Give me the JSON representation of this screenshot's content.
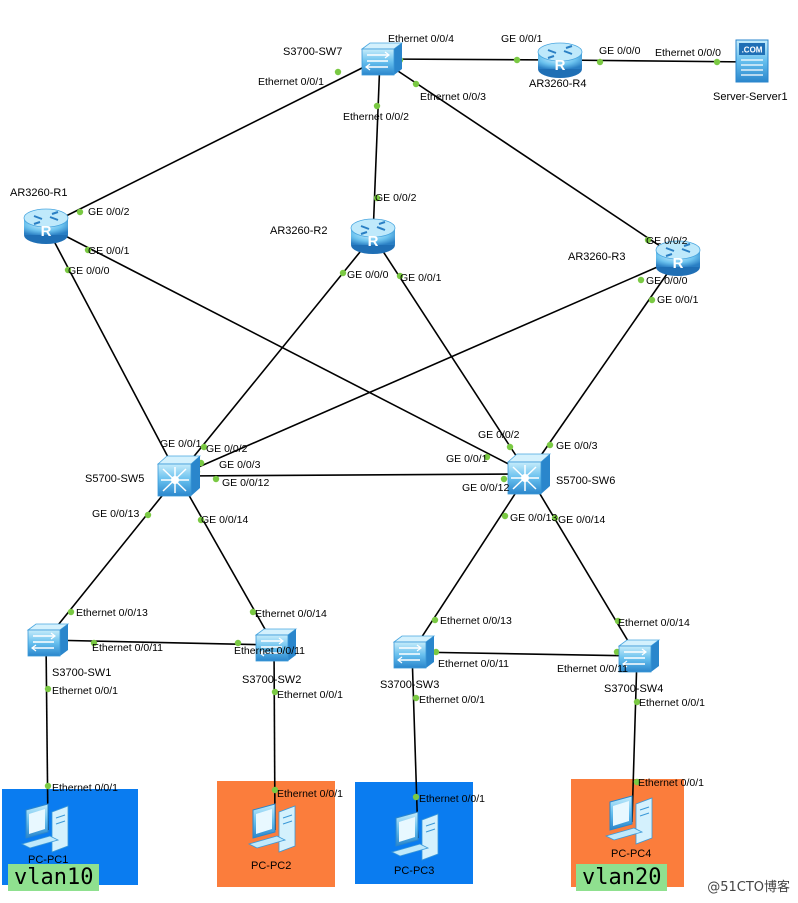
{
  "devices": [
    {
      "id": "sw7",
      "label": "S3700-SW7",
      "kind": "switch"
    },
    {
      "id": "r4",
      "label": "AR3260-R4",
      "kind": "router"
    },
    {
      "id": "server",
      "label": "Server-Server1",
      "kind": "server"
    },
    {
      "id": "r1",
      "label": "AR3260-R1",
      "kind": "router"
    },
    {
      "id": "r2",
      "label": "AR3260-R2",
      "kind": "router"
    },
    {
      "id": "r3",
      "label": "AR3260-R3",
      "kind": "router"
    },
    {
      "id": "sw5",
      "label": "S5700-SW5",
      "kind": "l3switch"
    },
    {
      "id": "sw6",
      "label": "S5700-SW6",
      "kind": "l3switch"
    },
    {
      "id": "sw1",
      "label": "S3700-SW1",
      "kind": "switch"
    },
    {
      "id": "sw2",
      "label": "S3700-SW2",
      "kind": "switch"
    },
    {
      "id": "sw3",
      "label": "S3700-SW3",
      "kind": "switch"
    },
    {
      "id": "sw4",
      "label": "S3700-SW4",
      "kind": "switch"
    },
    {
      "id": "pc1",
      "label": "PC-PC1",
      "kind": "pc"
    },
    {
      "id": "pc2",
      "label": "PC-PC2",
      "kind": "pc"
    },
    {
      "id": "pc3",
      "label": "PC-PC3",
      "kind": "pc"
    },
    {
      "id": "pc4",
      "label": "PC-PC4",
      "kind": "pc"
    }
  ],
  "links": [
    {
      "a": "sw7",
      "a_port": "Ethernet 0/0/4",
      "b": "r4",
      "b_port": "GE 0/0/1"
    },
    {
      "a": "r4",
      "a_port": "GE 0/0/0",
      "b": "server",
      "b_port": "Ethernet 0/0/0"
    },
    {
      "a": "sw7",
      "a_port": "Ethernet 0/0/1",
      "b": "r1",
      "b_port": "GE 0/0/2"
    },
    {
      "a": "sw7",
      "a_port": "Ethernet 0/0/2",
      "b": "r2",
      "b_port": "GE 0/0/2"
    },
    {
      "a": "sw7",
      "a_port": "Ethernet 0/0/3",
      "b": "r3",
      "b_port": "GE 0/0/2"
    },
    {
      "a": "r1",
      "a_port": "GE 0/0/0",
      "b": "sw5",
      "b_port": "GE 0/0/1"
    },
    {
      "a": "r1",
      "a_port": "GE 0/0/1",
      "b": "sw6",
      "b_port": "GE 0/0/1"
    },
    {
      "a": "r2",
      "a_port": "GE 0/0/0",
      "b": "sw5",
      "b_port": "GE 0/0/2"
    },
    {
      "a": "r2",
      "a_port": "GE 0/0/1",
      "b": "sw6",
      "b_port": "GE 0/0/2"
    },
    {
      "a": "r3",
      "a_port": "GE 0/0/0",
      "b": "sw5",
      "b_port": "GE 0/0/3"
    },
    {
      "a": "r3",
      "a_port": "GE 0/0/1",
      "b": "sw6",
      "b_port": "GE 0/0/3"
    },
    {
      "a": "sw5",
      "a_port": "GE 0/0/12",
      "b": "sw6",
      "b_port": "GE 0/0/12"
    },
    {
      "a": "sw5",
      "a_port": "GE 0/0/13",
      "b": "sw1",
      "b_port": "Ethernet 0/0/13"
    },
    {
      "a": "sw5",
      "a_port": "GE 0/0/14",
      "b": "sw2",
      "b_port": "Ethernet 0/0/14"
    },
    {
      "a": "sw6",
      "a_port": "GE 0/0/13",
      "b": "sw3",
      "b_port": "Ethernet 0/0/13"
    },
    {
      "a": "sw6",
      "a_port": "GE 0/0/14",
      "b": "sw4",
      "b_port": "Ethernet 0/0/14"
    },
    {
      "a": "sw1",
      "a_port": "Ethernet 0/0/11",
      "b": "sw2",
      "b_port": "Ethernet 0/0/11"
    },
    {
      "a": "sw3",
      "a_port": "Ethernet 0/0/11",
      "b": "sw4",
      "b_port": "Ethernet 0/0/11"
    },
    {
      "a": "sw1",
      "a_port": "Ethernet 0/0/1",
      "b": "pc1",
      "b_port": "Ethernet 0/0/1"
    },
    {
      "a": "sw2",
      "a_port": "Ethernet 0/0/1",
      "b": "pc2",
      "b_port": "Ethernet 0/0/1"
    },
    {
      "a": "sw3",
      "a_port": "Ethernet 0/0/1",
      "b": "pc3",
      "b_port": "Ethernet 0/0/1"
    },
    {
      "a": "sw4",
      "a_port": "Ethernet 0/0/1",
      "b": "pc4",
      "b_port": "Ethernet 0/0/1"
    }
  ],
  "areas": [
    {
      "id": "area-pc1",
      "color": "#0a7cf0"
    },
    {
      "id": "area-pc2",
      "color": "#fb7d3c"
    },
    {
      "id": "area-pc3",
      "color": "#0a7cf0"
    },
    {
      "id": "area-pc4",
      "color": "#fb7d3c"
    }
  ],
  "vlan_labels": [
    "vlan10",
    "vlan20"
  ],
  "watermark": "@51CTO博客",
  "colors": {
    "link": "#000000",
    "port_dot": "#7ac943",
    "device_blue": "#5fb7ea",
    "device_dark": "#1f6fb5"
  }
}
